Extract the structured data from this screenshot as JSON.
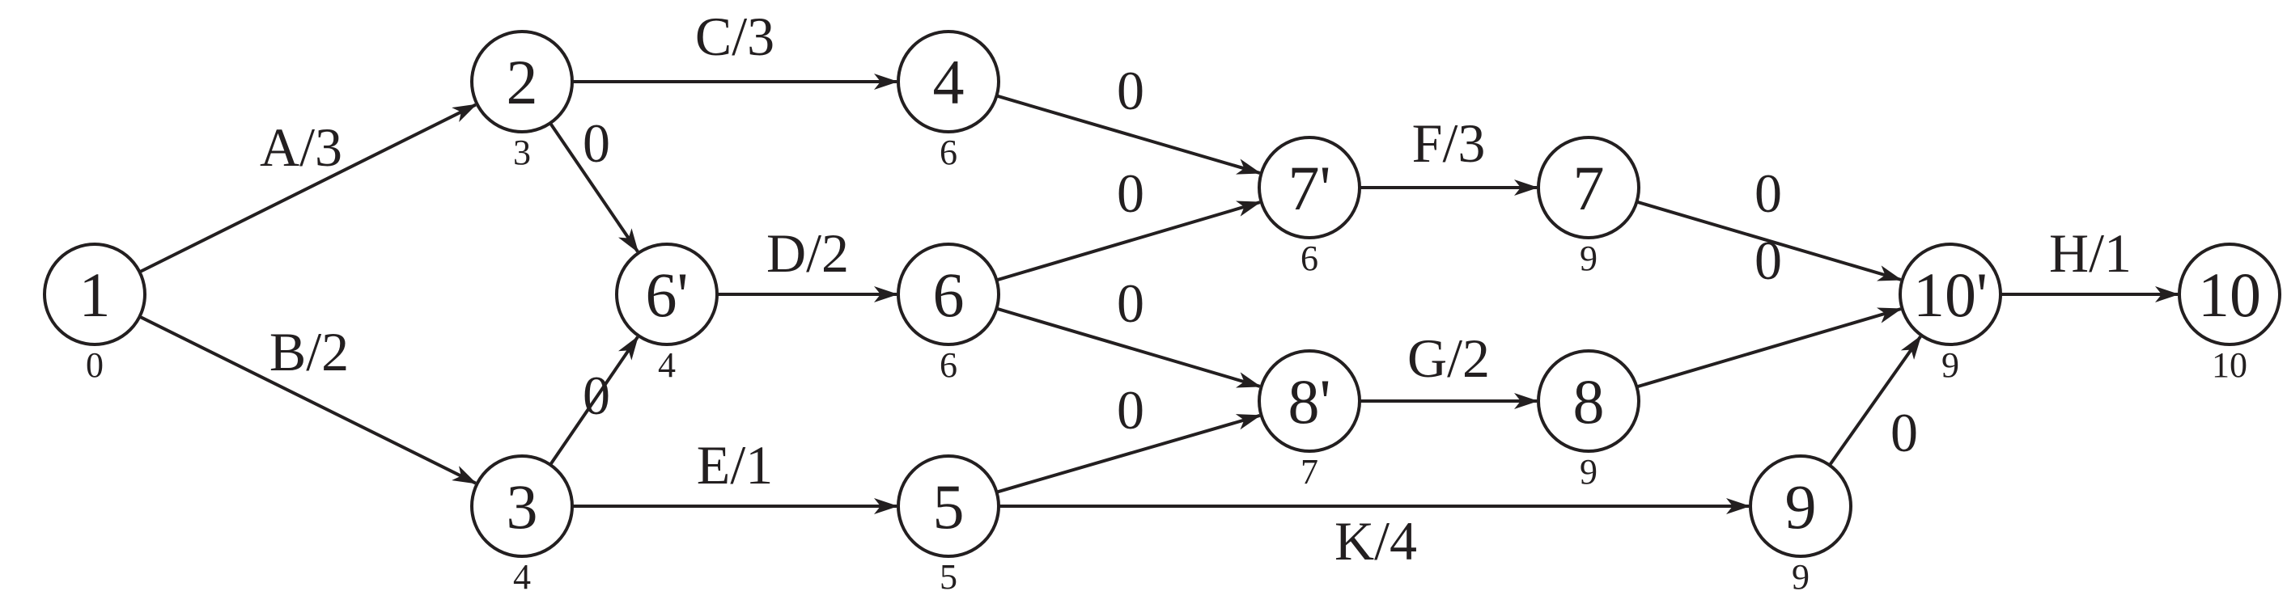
{
  "diagram": {
    "nodes": [
      {
        "id": "1",
        "label": "1",
        "time": "0"
      },
      {
        "id": "2",
        "label": "2",
        "time": "3"
      },
      {
        "id": "3",
        "label": "3",
        "time": "4"
      },
      {
        "id": "4",
        "label": "4",
        "time": "6"
      },
      {
        "id": "6p",
        "label": "6'",
        "time": "4"
      },
      {
        "id": "6",
        "label": "6",
        "time": "6"
      },
      {
        "id": "5",
        "label": "5",
        "time": "5"
      },
      {
        "id": "7p",
        "label": "7'",
        "time": "6"
      },
      {
        "id": "8p",
        "label": "8'",
        "time": "7"
      },
      {
        "id": "7",
        "label": "7",
        "time": "9"
      },
      {
        "id": "8",
        "label": "8",
        "time": "9"
      },
      {
        "id": "9",
        "label": "9",
        "time": "9"
      },
      {
        "id": "10p",
        "label": "10'",
        "time": "9"
      },
      {
        "id": "10",
        "label": "10",
        "time": "10"
      }
    ],
    "edges": [
      {
        "from": "1",
        "to": "2",
        "label": "A/3"
      },
      {
        "from": "1",
        "to": "3",
        "label": "B/2"
      },
      {
        "from": "2",
        "to": "4",
        "label": "C/3"
      },
      {
        "from": "2",
        "to": "6p",
        "label": "0"
      },
      {
        "from": "3",
        "to": "6p",
        "label": "0"
      },
      {
        "from": "3",
        "to": "5",
        "label": "E/1"
      },
      {
        "from": "6p",
        "to": "6",
        "label": "D/2"
      },
      {
        "from": "4",
        "to": "7p",
        "label": "0"
      },
      {
        "from": "6",
        "to": "7p",
        "label": "0"
      },
      {
        "from": "6",
        "to": "8p",
        "label": "0"
      },
      {
        "from": "5",
        "to": "8p",
        "label": "0"
      },
      {
        "from": "5",
        "to": "9",
        "label": "K/4"
      },
      {
        "from": "7p",
        "to": "7",
        "label": "F/3"
      },
      {
        "from": "8p",
        "to": "8",
        "label": "G/2"
      },
      {
        "from": "7",
        "to": "10p",
        "label": "0"
      },
      {
        "from": "8",
        "to": "10p",
        "label": "0"
      },
      {
        "from": "9",
        "to": "10p",
        "label": "0"
      },
      {
        "from": "10p",
        "to": "10",
        "label": "H/1"
      }
    ]
  }
}
